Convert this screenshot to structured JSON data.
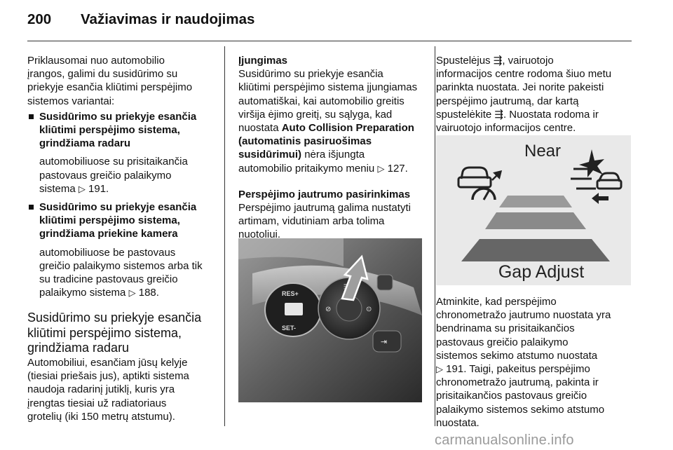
{
  "header": {
    "page_number": "200",
    "title": "Važiavimas ir naudojimas"
  },
  "col1": {
    "intro": [
      "Priklausomai nuo automobilio",
      "įrangos, galimi du susidūrimo su",
      "priekyje esančia kliūtimi perspėjimo",
      "sistemos variantai:"
    ],
    "bullet1_title": [
      "Susidūrimo su priekyje esančia",
      "kliūtimi perspėjimo sistema,",
      "grindžiama radaru"
    ],
    "bullet1_text": [
      "automobiliuose su prisitaikančia",
      "pastovaus greičio palaikymo"
    ],
    "bullet1_last": "sistema",
    "bullet1_ref": "191.",
    "bullet2_title": [
      "Susidūrimo su priekyje esančia",
      "kliūtimi perspėjimo sistema,",
      "grindžiama priekine kamera"
    ],
    "bullet2_text": [
      "automobiliuose be pastovaus",
      "greičio palaikymo sistemos arba tik",
      "su tradicine pastovaus greičio"
    ],
    "bullet2_last": "palaikymo sistema",
    "bullet2_ref": "188.",
    "heading": [
      "Susidūrimo su priekyje esančia",
      "kliūtimi perspėjimo sistema,",
      "grindžiama radaru"
    ],
    "body": [
      "Automobiliui, esančiam jūsų kelyje",
      "(tiesiai priešais jus), aptikti sistema",
      "naudoja radarinį jutiklį, kuris yra",
      "įrengtas tiesiai už radiatoriaus",
      "grotelių (iki 150 metrų atstumu)."
    ]
  },
  "col2": {
    "heading1": "Įjungimas",
    "para1": [
      "Susidūrimo su priekyje esančia",
      "kliūtimi perspėjimo sistema įjungiamas",
      "automatiškai, kai automobilio greitis",
      "viršija ėjimo greitį, su sąlyga, kad"
    ],
    "para1_pre": "nuostata",
    "para1_bold": [
      "Auto Collision Preparation",
      "(automatinis pasiruošimas",
      "susidūrimui)"
    ],
    "para1_post": "nėra išjungta",
    "para1_last": "automobilio pritaikymo meniu",
    "para1_ref": "127.",
    "heading2": "Perspėjimo jautrumo pasirinkimas",
    "para2": [
      "Perspėjimo jautrumą galima nustatyti",
      "artimam, vidutiniam arba tolima",
      "nuotoliui."
    ],
    "photo_labels": {
      "res": "RES+",
      "set": "SET-"
    }
  },
  "col3": {
    "para1_a": "Spustelėjus",
    "para1_a2": ", vairuotojo",
    "para1": [
      "informacijos centre rodoma šiuo metu",
      "parinkta nuostata. Jei norite pakeisti",
      "perspėjimo jautrumą, dar kartą"
    ],
    "para1_b": "spustelėkite",
    "para1_b2": ". Nuostata rodoma ir",
    "para1_c": "vairuotojo informacijos centre.",
    "diagram": {
      "top_label": "Near",
      "bottom_label": "Gap Adjust"
    },
    "para2": [
      "Atminkite, kad perspėjimo",
      "chronometražo jautrumo nuostata yra",
      "bendrinama su prisitaikančios",
      "pastovaus greičio palaikymo",
      "sistemos sekimo atstumo nuostata"
    ],
    "para2_ref": "191. Taigi, pakeitus perspėjimo",
    "para2_rest": [
      "chronometražo jautrumą, pakinta ir",
      "prisitaikančios pastovaus greičio",
      "palaikymo sistemos sekimo atstumo",
      "nuostata."
    ]
  },
  "watermark": "carmanualsonline.info",
  "colors": {
    "background": "#ffffff",
    "text": "#111111",
    "watermark": "#9a9a9a"
  },
  "icons": [
    "reference-arrow-icon",
    "gap-adjust-icon",
    "steering-wheel-controls-photo"
  ]
}
